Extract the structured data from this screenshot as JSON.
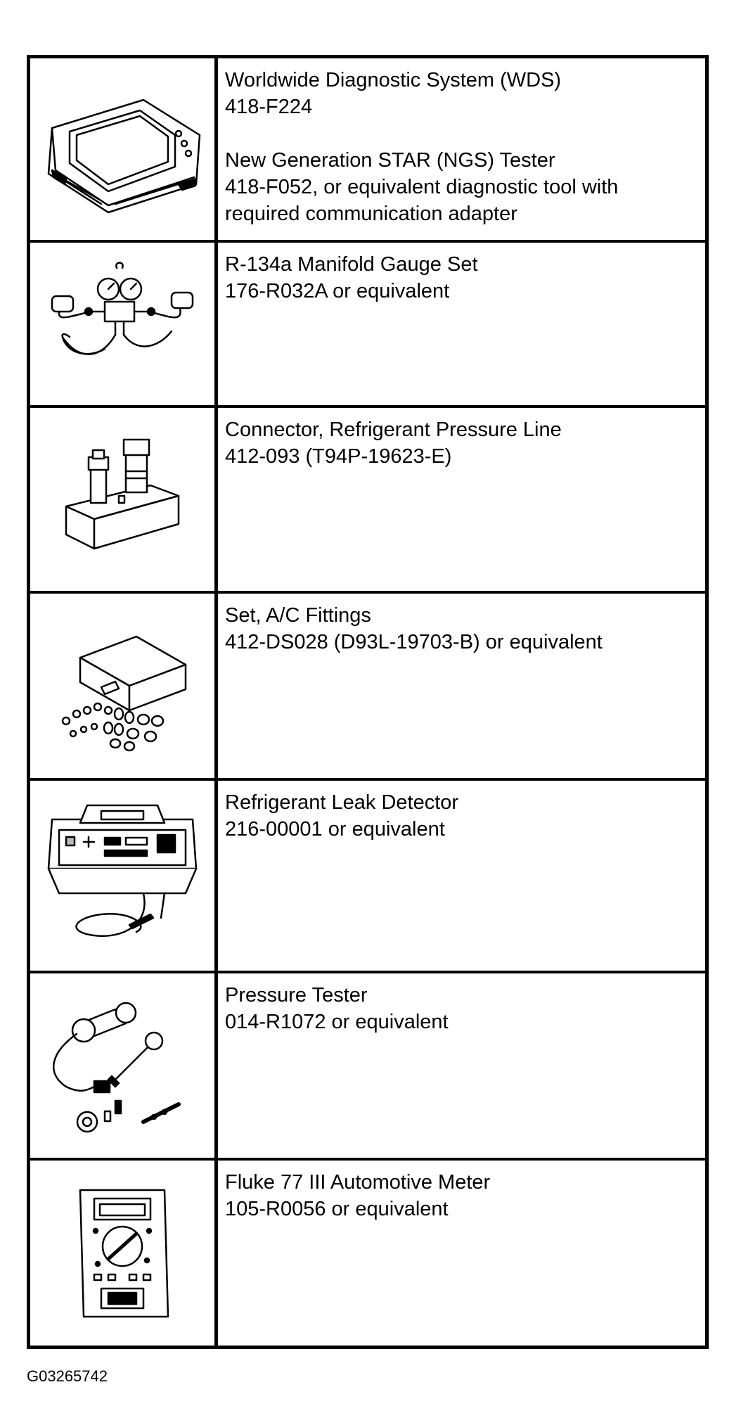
{
  "tools": [
    {
      "icon": "diagnostic-tablet-icon",
      "lines": [
        "Worldwide Diagnostic System (WDS)",
        "418-F224"
      ],
      "lines2": [
        "New Generation STAR (NGS) Tester",
        "418-F052, or equivalent diagnostic tool with",
        "required communication adapter"
      ]
    },
    {
      "icon": "manifold-gauge-set-icon",
      "lines": [
        "R-134a Manifold Gauge Set",
        "176-R032A or equivalent"
      ]
    },
    {
      "icon": "pressure-line-connector-icon",
      "lines": [
        "Connector, Refrigerant Pressure Line",
        "412-093 (T94P-19623-E)"
      ]
    },
    {
      "icon": "fittings-case-icon",
      "lines": [
        "Set, A/C Fittings",
        "412-DS028 (D93L-19703-B) or equivalent"
      ]
    },
    {
      "icon": "leak-detector-icon",
      "lines": [
        "Refrigerant Leak Detector",
        "216-00001 or equivalent"
      ]
    },
    {
      "icon": "pressure-tester-icon",
      "lines": [
        "Pressure Tester",
        "014-R1072 or equivalent"
      ]
    },
    {
      "icon": "multimeter-icon",
      "lines": [
        "Fluke 77 III Automotive Meter",
        "105-R0056 or equivalent"
      ]
    }
  ],
  "figure_id": "G03265742"
}
